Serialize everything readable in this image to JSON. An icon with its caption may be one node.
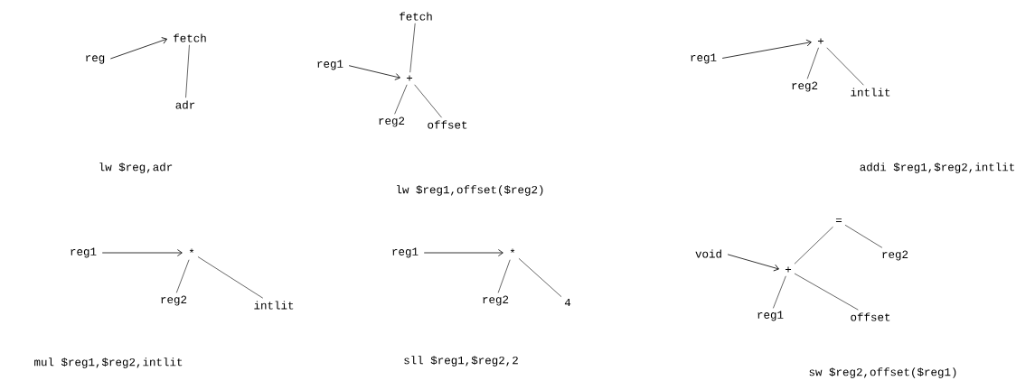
{
  "diagram": {
    "nodes": [
      {
        "text": [
          "reg"
        ]
      },
      {
        "text": [
          "fetch"
        ]
      },
      {
        "text": [
          "adr"
        ]
      },
      {
        "text": [
          "reg1"
        ]
      },
      {
        "text": [
          "fetch"
        ]
      },
      {
        "text": [
          "+"
        ]
      },
      {
        "text": [
          "reg2"
        ]
      },
      {
        "text": [
          "offset"
        ]
      },
      {
        "text": [
          "reg1"
        ]
      },
      {
        "text": [
          "+"
        ]
      },
      {
        "text": [
          "reg2"
        ]
      },
      {
        "text": [
          "intlit"
        ]
      },
      {
        "text": [
          "reg1"
        ]
      },
      {
        "text": [
          "*"
        ]
      },
      {
        "text": [
          "reg2"
        ]
      },
      {
        "text": [
          "intlit"
        ]
      },
      {
        "text": [
          "reg1"
        ]
      },
      {
        "text": [
          "*"
        ]
      },
      {
        "text": [
          "reg2"
        ]
      },
      {
        "text": [
          "4"
        ]
      },
      {
        "text": [
          "void"
        ]
      },
      {
        "text": [
          "="
        ]
      },
      {
        "text": [
          "+"
        ]
      },
      {
        "text": [
          "reg2"
        ]
      },
      {
        "text": [
          "reg1"
        ]
      },
      {
        "text": [
          "offset"
        ]
      }
    ],
    "edges": [
      {
        "from": 0,
        "to": 1,
        "arrow": "to"
      },
      {
        "from": 1,
        "to": 2,
        "arrow": "none"
      },
      {
        "from": 3,
        "to": 5,
        "arrow": "to"
      },
      {
        "from": 4,
        "to": 5,
        "arrow": "none"
      },
      {
        "from": 5,
        "to": 6,
        "arrow": "none"
      },
      {
        "from": 5,
        "to": 7,
        "arrow": "none"
      },
      {
        "from": 8,
        "to": 9,
        "arrow": "to"
      },
      {
        "from": 9,
        "to": 10,
        "arrow": "none"
      },
      {
        "from": 9,
        "to": 11,
        "arrow": "none"
      },
      {
        "from": 12,
        "to": 13,
        "arrow": "to"
      },
      {
        "from": 13,
        "to": 14,
        "arrow": "none"
      },
      {
        "from": 13,
        "to": 15,
        "arrow": "none"
      },
      {
        "from": 16,
        "to": 17,
        "arrow": "to"
      },
      {
        "from": 17,
        "to": 18,
        "arrow": "none"
      },
      {
        "from": 17,
        "to": 19,
        "arrow": "none"
      },
      {
        "from": 20,
        "to": 22,
        "arrow": "to"
      },
      {
        "from": 21,
        "to": 22,
        "arrow": "none"
      },
      {
        "from": 21,
        "to": 23,
        "arrow": "none"
      },
      {
        "from": 22,
        "to": 24,
        "arrow": "none"
      },
      {
        "from": 22,
        "to": 25,
        "arrow": "none"
      }
    ],
    "labels": [
      "lw $reg,adr",
      "lw $reg1,offset($reg2)",
      "addi $reg1,$reg2,intlit",
      "mul $reg1,$reg2,intlit",
      "sll $reg1,$reg2,2",
      "sw $reg2,offset($reg1)"
    ]
  }
}
